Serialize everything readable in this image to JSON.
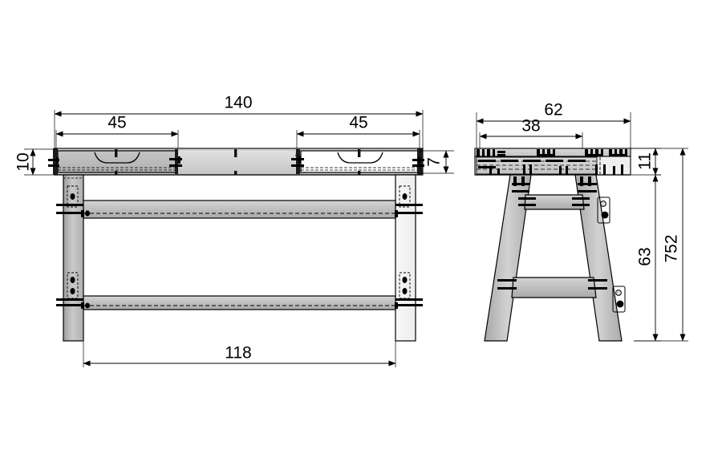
{
  "drawing": {
    "type": "orthographic-engineering-drawing",
    "subject": "trestle desk with two drawers",
    "units_note": "",
    "background_color": "#ffffff",
    "line_color": "#000000",
    "fill_light": "#f2f2f2",
    "fill_mid": "#c9c9c9",
    "fill_dark": "#a6a6a6",
    "views": [
      {
        "name": "front-elevation",
        "label": ""
      },
      {
        "name": "side-elevation",
        "label": ""
      }
    ]
  },
  "dimensions": {
    "front": {
      "overall_width": "140",
      "drawer_left_width": "45",
      "drawer_right_width": "45",
      "top_thickness": "10",
      "top_edge_thickness": "7",
      "leg_span": "118"
    },
    "side": {
      "overall_depth": "62",
      "drawer_depth": "38",
      "apron_height": "11",
      "stretcher_height": "63",
      "overall_height": "752"
    }
  },
  "labels": [
    {
      "name": "dim-140",
      "value": "140"
    },
    {
      "name": "dim-45-left",
      "value": "45"
    },
    {
      "name": "dim-45-right",
      "value": "45"
    },
    {
      "name": "dim-10",
      "value": "10"
    },
    {
      "name": "dim-7",
      "value": "7"
    },
    {
      "name": "dim-118",
      "value": "118"
    },
    {
      "name": "dim-62",
      "value": "62"
    },
    {
      "name": "dim-38",
      "value": "38"
    },
    {
      "name": "dim-11",
      "value": "11"
    },
    {
      "name": "dim-63",
      "value": "63"
    },
    {
      "name": "dim-752",
      "value": "752"
    }
  ]
}
